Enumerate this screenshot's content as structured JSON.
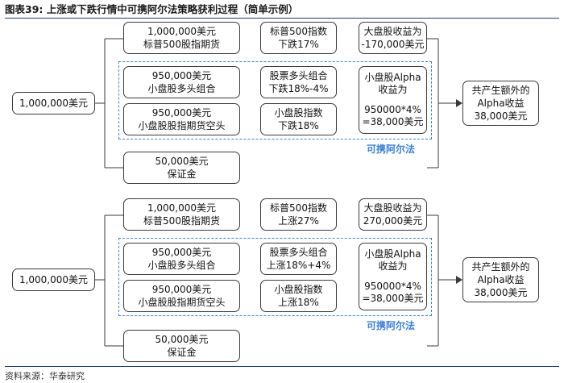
{
  "header": {
    "figure_no": "图表39:",
    "title": "上涨或下跌行情中可携阿尔法策略获利过程（简单示例）"
  },
  "sections": [
    {
      "total": "1,000,000美元",
      "futures_long": [
        "1,000,000美元",
        "标普500股指期货"
      ],
      "index_move": [
        "标普500指数",
        "下跌17%"
      ],
      "large_cap_pnl": [
        "大盘股收益为",
        "-170,000美元"
      ],
      "small_long": [
        "950,000美元",
        "小盘股多头组合"
      ],
      "small_long_move": [
        "股票多头组合",
        "下跌18%-4%"
      ],
      "alpha": [
        "小盘股Alpha",
        "收益为",
        "",
        "950000*4%",
        "=38,000美元"
      ],
      "small_short": [
        "950,000美元",
        "小盘股股指期货空头"
      ],
      "small_index_move": [
        "小盘股指数",
        "下跌18%"
      ],
      "margin": [
        "50,000美元",
        "保证金"
      ],
      "result": [
        "共产生额外的",
        "Alpha收益",
        "38,000美元"
      ],
      "dash_label": "可携阿尔法"
    },
    {
      "total": "1,000,000美元",
      "futures_long": [
        "1,000,000美元",
        "标普500股指期货"
      ],
      "index_move": [
        "标普500指数",
        "上涨27%"
      ],
      "large_cap_pnl": [
        "大盘股收益为",
        "270,000美元"
      ],
      "small_long": [
        "950,000美元",
        "小盘股多头组合"
      ],
      "small_long_move": [
        "股票多头组合",
        "上涨18%+4%"
      ],
      "alpha": [
        "小盘股Alpha",
        "收益为",
        "",
        "950000*4%",
        "=38,000美元"
      ],
      "small_short": [
        "950,000美元",
        "小盘股股指期货空头"
      ],
      "small_index_move": [
        "小盘股指数",
        "上涨18%"
      ],
      "margin": [
        "50,000美元",
        "保证金"
      ],
      "result": [
        "共产生额外的",
        "Alpha收益",
        "38,000美元"
      ],
      "dash_label": "可携阿尔法"
    }
  ],
  "footer": {
    "source": "资料来源：华泰研究"
  },
  "colors": {
    "dash_border": "#3b82d6",
    "dash_label": "#3b82d6",
    "box_border": "#3a3a3a",
    "rule": "#1f3b73"
  }
}
